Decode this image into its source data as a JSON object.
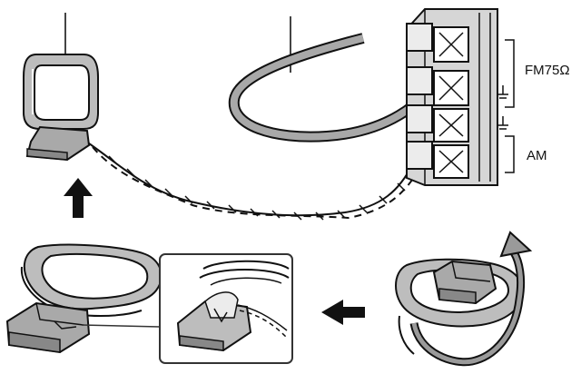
{
  "labels": {
    "fm": "FM75",
    "ohm": "Ω",
    "am": "AM"
  },
  "colors": {
    "line": "#111111",
    "antenna_fill": "#bdbdbd",
    "antenna_light": "#e6e6e6",
    "terminal_fill": "#d6d6d6",
    "wire_fill": "#a8a8a8",
    "inset_border": "#333333",
    "arrow": "#111111",
    "rotate_arrow": "#9a9a9a"
  },
  "icons": {
    "up_arrow": "arrow-up-icon",
    "left_arrow": "arrow-left-icon",
    "rotate_arrow": "rotate-arrow-icon",
    "ground": "ground-icon"
  }
}
